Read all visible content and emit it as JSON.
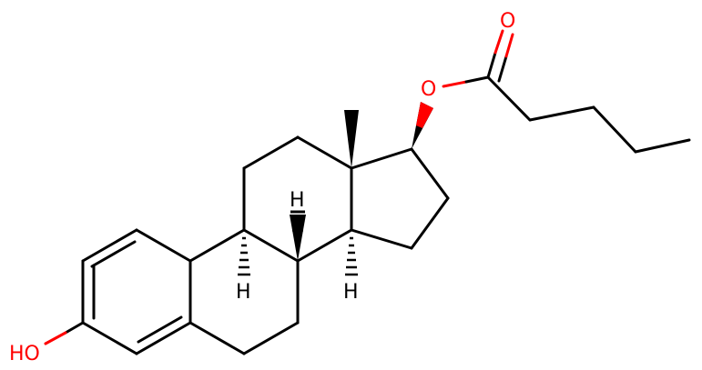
{
  "atoms": {
    "hydroxyl": "HO",
    "ester_oxygen": "O",
    "carbonyl_oxygen": "O",
    "h_c9": "H",
    "h_c8": "H",
    "h_c14": "H"
  },
  "colors": {
    "bond": "#000000",
    "oxygen": "#ff0000"
  }
}
